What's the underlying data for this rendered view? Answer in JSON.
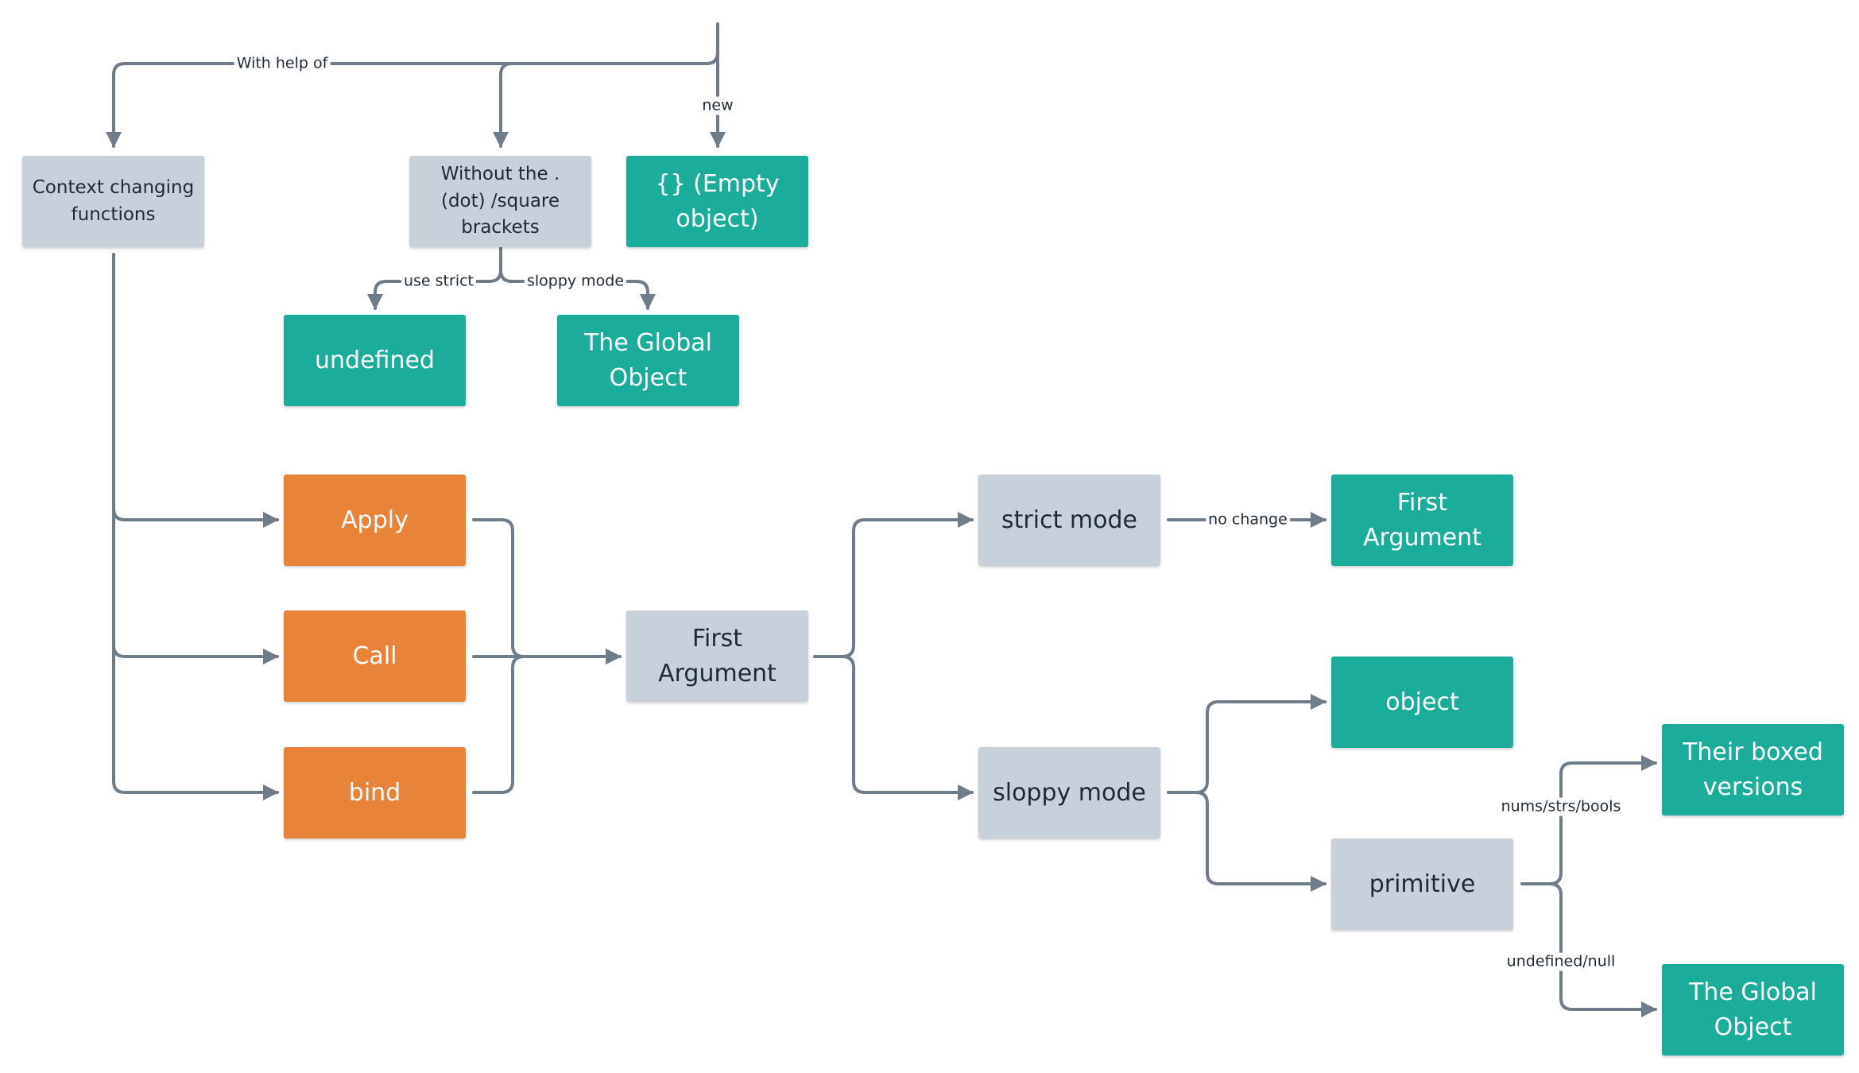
{
  "nodes": {
    "context_changing": "Context changing functions",
    "without_dot": "Without the . (dot) /square brackets",
    "empty_object": "{} (Empty object)",
    "undefined": "undefined",
    "global_object_top": "The Global Object",
    "apply": "Apply",
    "call": "Call",
    "bind": "bind",
    "first_argument_mid": "First Argument",
    "strict_mode": "strict mode",
    "first_argument_right": "First Argument",
    "sloppy_mode": "sloppy mode",
    "object": "object",
    "primitive": "primitive",
    "boxed_versions": "Their boxed versions",
    "global_object_bottom": "The Global Object"
  },
  "edge_labels": {
    "with_help_of": "With help of",
    "new": "new",
    "use_strict": "use strict",
    "sloppy_mode": "sloppy mode",
    "no_change": "no change",
    "nums_strs_bools": "nums/strs/bools",
    "undefined_null": "undefined/null"
  },
  "colors": {
    "gray_node": "#c8d1da",
    "teal_node": "#1bad9a",
    "orange_node": "#e8833a",
    "edge": "#6f7c8a"
  }
}
